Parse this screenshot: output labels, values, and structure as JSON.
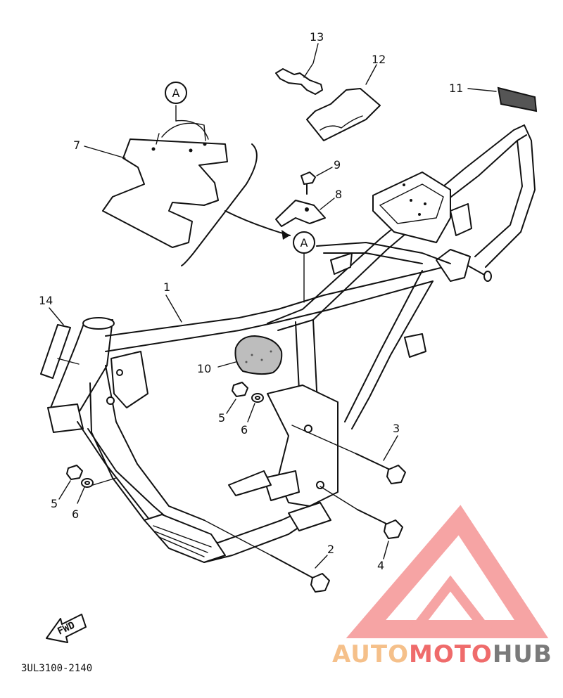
{
  "diagram": {
    "document_code": "3UL3100-2140",
    "fwd_label": "FWD",
    "detail_marker": "A",
    "callouts": [
      "1",
      "2",
      "3",
      "4",
      "5",
      "6",
      "5",
      "6",
      "7",
      "8",
      "9",
      "10",
      "11",
      "12",
      "13",
      "14"
    ]
  },
  "watermark": {
    "brand_part1": "AUTO",
    "brand_part2": "MOTO",
    "brand_part3": "HUB",
    "color1": "#f5c08a",
    "color2": "#ef6b6b",
    "color3": "#7a7a7a"
  }
}
